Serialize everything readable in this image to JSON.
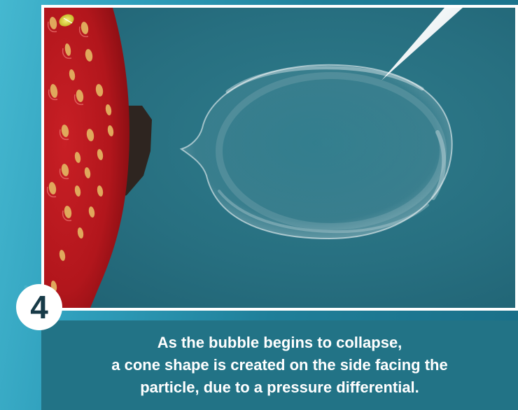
{
  "step": {
    "number": "4"
  },
  "caption": {
    "lines": [
      "As the bubble begins to collapse,",
      "a cone shape is created on the side facing the",
      "particle, due to a pressure differential."
    ]
  },
  "colors": {
    "page_background": "#2f9fbc",
    "water": "#276f80",
    "strawberry": "#b2161c",
    "seed": "#e0a85c",
    "particle": "#2e2520",
    "caption_band": "#227386",
    "step_badge_text": "#173a47"
  }
}
